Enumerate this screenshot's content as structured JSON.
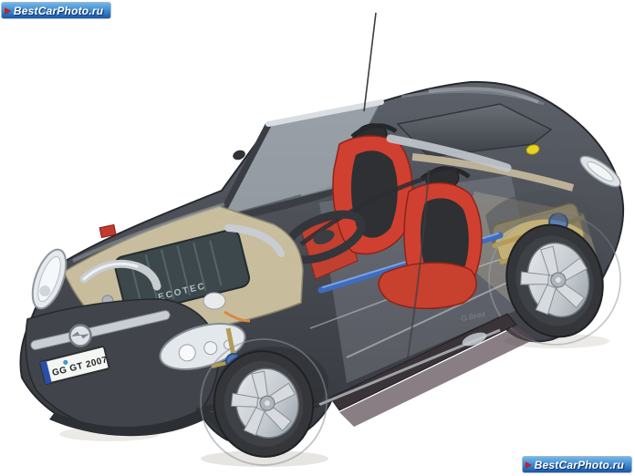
{
  "page": {
    "background": "#ffffff"
  },
  "watermark": {
    "text": "BestCarPhoto.ru",
    "arrow_icon": "▶",
    "bar_top_color": "#70b8ea",
    "bar_bottom_color": "#1956a6",
    "text_color": "#ffffff"
  },
  "illustration": {
    "license_plate": {
      "text": "GG GT 2007",
      "eu_band_color": "#2a4fa8"
    },
    "engine_label": "ECOTEC",
    "artist_signature": "G.BHM",
    "palette": {
      "body": "#4b4f56",
      "body_dark": "#2e3136",
      "seat_red": "#cf4030",
      "leather_black": "#2c2e31",
      "chassis_gold": "#c9b578",
      "driveshaft_blue": "#3d6cc0",
      "wheel_silver": "#d7dbdf",
      "tire": "#34363a",
      "glass": "#cdd6de"
    }
  }
}
